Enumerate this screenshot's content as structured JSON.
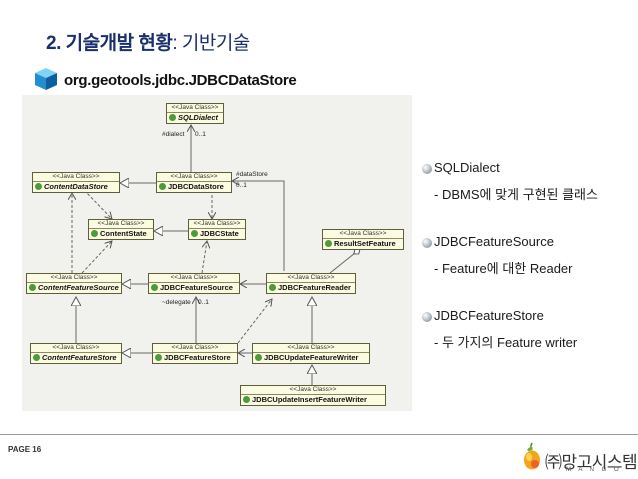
{
  "header": {
    "title_num": "2.",
    "title_bold": "기술개발 현황",
    "title_rest": ": 기반기술"
  },
  "package": {
    "name": "org.geotools.jdbc.JDBCDataStore"
  },
  "diagram": {
    "stereotype": "<<Java Class>>",
    "classes": {
      "sqldialect": "SQLDialect",
      "contentdatastore": "ContentDataStore",
      "jdbcdatastore": "JDBCDataStore",
      "contentstate": "ContentState",
      "jdbcstate": "JDBCState",
      "resultsetfeature": "ResultSetFeature",
      "contentfeaturesource": "ContentFeatureSource",
      "jdbcfeaturesource": "JDBCFeatureSource",
      "jdbcfeaturereader": "JDBCFeatureReader",
      "contentfeaturestore": "ContentFeatureStore",
      "jdbcfeaturestore": "JDBCFeatureStore",
      "jdbcupdatefeaturewriter": "JDBCUpdateFeatureWriter",
      "jdbcupdateinsertfeaturewriter": "JDBCUpdateInsertFeatureWriter"
    },
    "labels": {
      "dialect": "#dialect",
      "dialect_mult": "0..1",
      "datastore": "#dataStore",
      "datastore_mult": "0..1",
      "delegate": "~delegate",
      "delegate_mult": "0..1"
    }
  },
  "bullets": [
    {
      "head": "SQLDialect",
      "sub": "- DBMS에 맞게 구현된 클래스"
    },
    {
      "head": "JDBCFeatureSource",
      "sub": "- Feature에 대한 Reader"
    },
    {
      "head": "JDBCFeatureStore",
      "sub": "- 두 가지의 Feature writer"
    }
  ],
  "footer": {
    "page": "PAGE 16",
    "logo_text": "㈜망고시스템",
    "logo_sub": "M A N G O"
  }
}
